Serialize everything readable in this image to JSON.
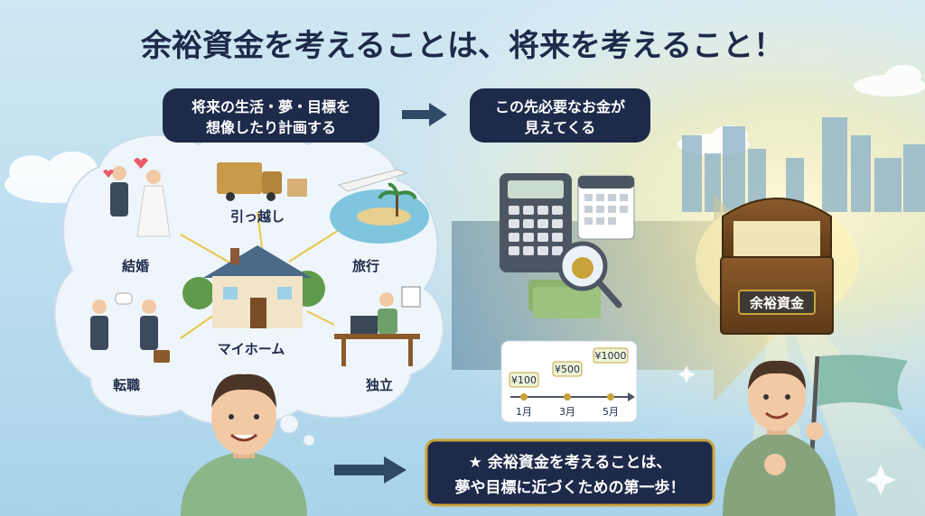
{
  "title": "余裕資金を考えることは、将来を考えること！",
  "bubble_left": {
    "line1": "将来の生活・夢・目標を",
    "line2": "想像したり計画する"
  },
  "bubble_right": {
    "line1": "この先必要なお金が",
    "line2": "見えてくる"
  },
  "life_events": {
    "marriage": "結婚",
    "moving": "引っ越し",
    "travel": "旅行",
    "myhome": "マイホーム",
    "job_change": "転職",
    "independence": "独立"
  },
  "savings_chart": {
    "steps": [
      "¥100",
      "¥500",
      "¥1000"
    ],
    "months": [
      "1月",
      "3月",
      "5月"
    ]
  },
  "treasure_label": "余裕資金",
  "banner": {
    "line1": "★ 余裕資金を考えることは、",
    "line2": "夢や目標に近づくための第一歩！"
  },
  "colors": {
    "navy": "#1e2a4a",
    "gold": "#c9a23a",
    "sky": "#bfe0f2"
  }
}
